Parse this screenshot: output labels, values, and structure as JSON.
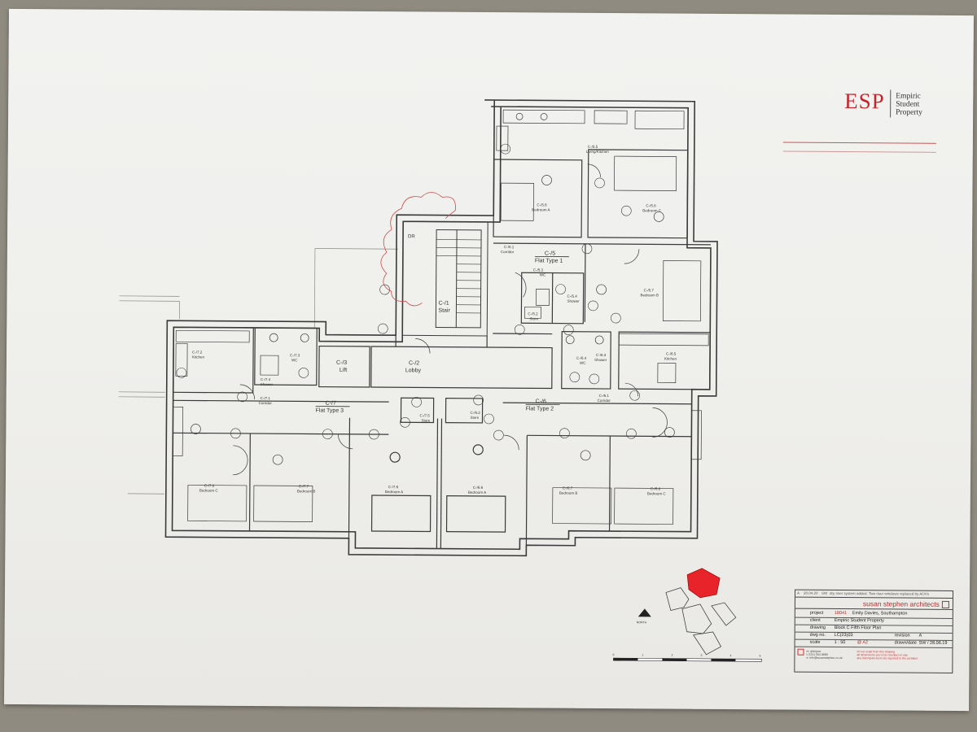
{
  "branding": {
    "mark": "ESP",
    "company_lines": [
      "Empiric",
      "Student",
      "Property"
    ],
    "accent_color": "#c0272d"
  },
  "plan": {
    "rooms": [
      {
        "id": "c-15-5",
        "code": "C-/5.5",
        "name": "Living/Kitchen"
      },
      {
        "id": "c-15-6",
        "code": "C-/5.6",
        "name": "Bedroom A"
      },
      {
        "id": "c-15-8",
        "code": "C-/5.8",
        "name": "Bedroom C"
      },
      {
        "id": "c-15-1",
        "code": "C-/5.1",
        "name": "Corridor"
      },
      {
        "id": "c-15-7",
        "code": "C-/5.7",
        "name": "Bedroom B"
      },
      {
        "id": "c-15-4",
        "code": "C-/5.4",
        "name": "Shower"
      },
      {
        "id": "c-15-3",
        "code": "C-/5.3",
        "name": "WC"
      },
      {
        "id": "c-15-2",
        "code": "C-/5.2",
        "name": "Store"
      },
      {
        "id": "c-stair",
        "code": "C-/1",
        "name": "Stair"
      },
      {
        "id": "c-lift",
        "code": "C-/3",
        "name": "Lift"
      },
      {
        "id": "c-lobby",
        "code": "C-/2",
        "name": "Lobby"
      },
      {
        "id": "c-17-2",
        "code": "C-/7.2",
        "name": "Kitchen"
      },
      {
        "id": "c-17-3",
        "code": "C-/7.3",
        "name": "WC"
      },
      {
        "id": "c-17-4",
        "code": "C-/7.4",
        "name": "Shower"
      },
      {
        "id": "c-17-1",
        "code": "C-/7.1",
        "name": "Corridor"
      },
      {
        "id": "c-17-8",
        "code": "C-/7.8",
        "name": "Bedroom C"
      },
      {
        "id": "c-17-7",
        "code": "C-/7.7",
        "name": "Bedroom B"
      },
      {
        "id": "c-17-6",
        "code": "C-/7.6",
        "name": "Bedroom A"
      },
      {
        "id": "c-17-5",
        "code": "C-/7.5",
        "name": "Store"
      },
      {
        "id": "c-16-6",
        "code": "C-/6.6",
        "name": "Bedroom A"
      },
      {
        "id": "c-16-7",
        "code": "C-/6.7",
        "name": "Bedroom B"
      },
      {
        "id": "c-16-8",
        "code": "C-/6.8",
        "name": "Bedroom C"
      },
      {
        "id": "c-16-5",
        "code": "C-/6.5",
        "name": "Kitchen"
      },
      {
        "id": "c-16-2",
        "code": "C-/6.2",
        "name": "Store"
      },
      {
        "id": "c-16-3",
        "code": "C-/6.3",
        "name": "Shower"
      },
      {
        "id": "c-16-4",
        "code": "C-/6.4",
        "name": "WC"
      },
      {
        "id": "c-16-1",
        "code": "C-/6.1",
        "name": "Corridor"
      }
    ],
    "flats": [
      {
        "code": "C-/5",
        "name": "Flat Type 1"
      },
      {
        "code": "C-/7",
        "name": "Flat Type 3"
      },
      {
        "code": "C-/6",
        "name": "Flat Type 2"
      }
    ],
    "dr_label": "DR",
    "north_label": "NORTH"
  },
  "title_block": {
    "revision_entry": {
      "rev": "A",
      "date": "20.04.20",
      "by": "SW",
      "note": "dry riser system added. Two riser windows replaced by AOVs"
    },
    "architects": "susan stephen architects",
    "rows": [
      {
        "key": "project",
        "value": "18041",
        "value2": "Emily Davies, Southampton"
      },
      {
        "key": "client",
        "value": "Empiric Student Property"
      },
      {
        "key": "drawing",
        "value": "Block C Fifth Floor Plan"
      },
      {
        "key": "dwg no.",
        "value": "LC(23)03",
        "key2": "revision",
        "value2": "A"
      },
      {
        "key": "scale",
        "value": "1 : 50",
        "value_red": "@ A2",
        "key2": "drawn/date",
        "value2": "SW / 28.06.19"
      }
    ],
    "footer_lines": [
      "m: glasgow",
      "t: 0141 554 8880",
      "e: info@susanstephen.co.uk"
    ],
    "footer_notes": [
      "do not scale from this drawing",
      "all dimensions are to be checked on site",
      "any discrepancies to be reported to the architect"
    ]
  },
  "scale_bar": [
    "0",
    "1",
    "2",
    "3",
    "4",
    "5"
  ]
}
